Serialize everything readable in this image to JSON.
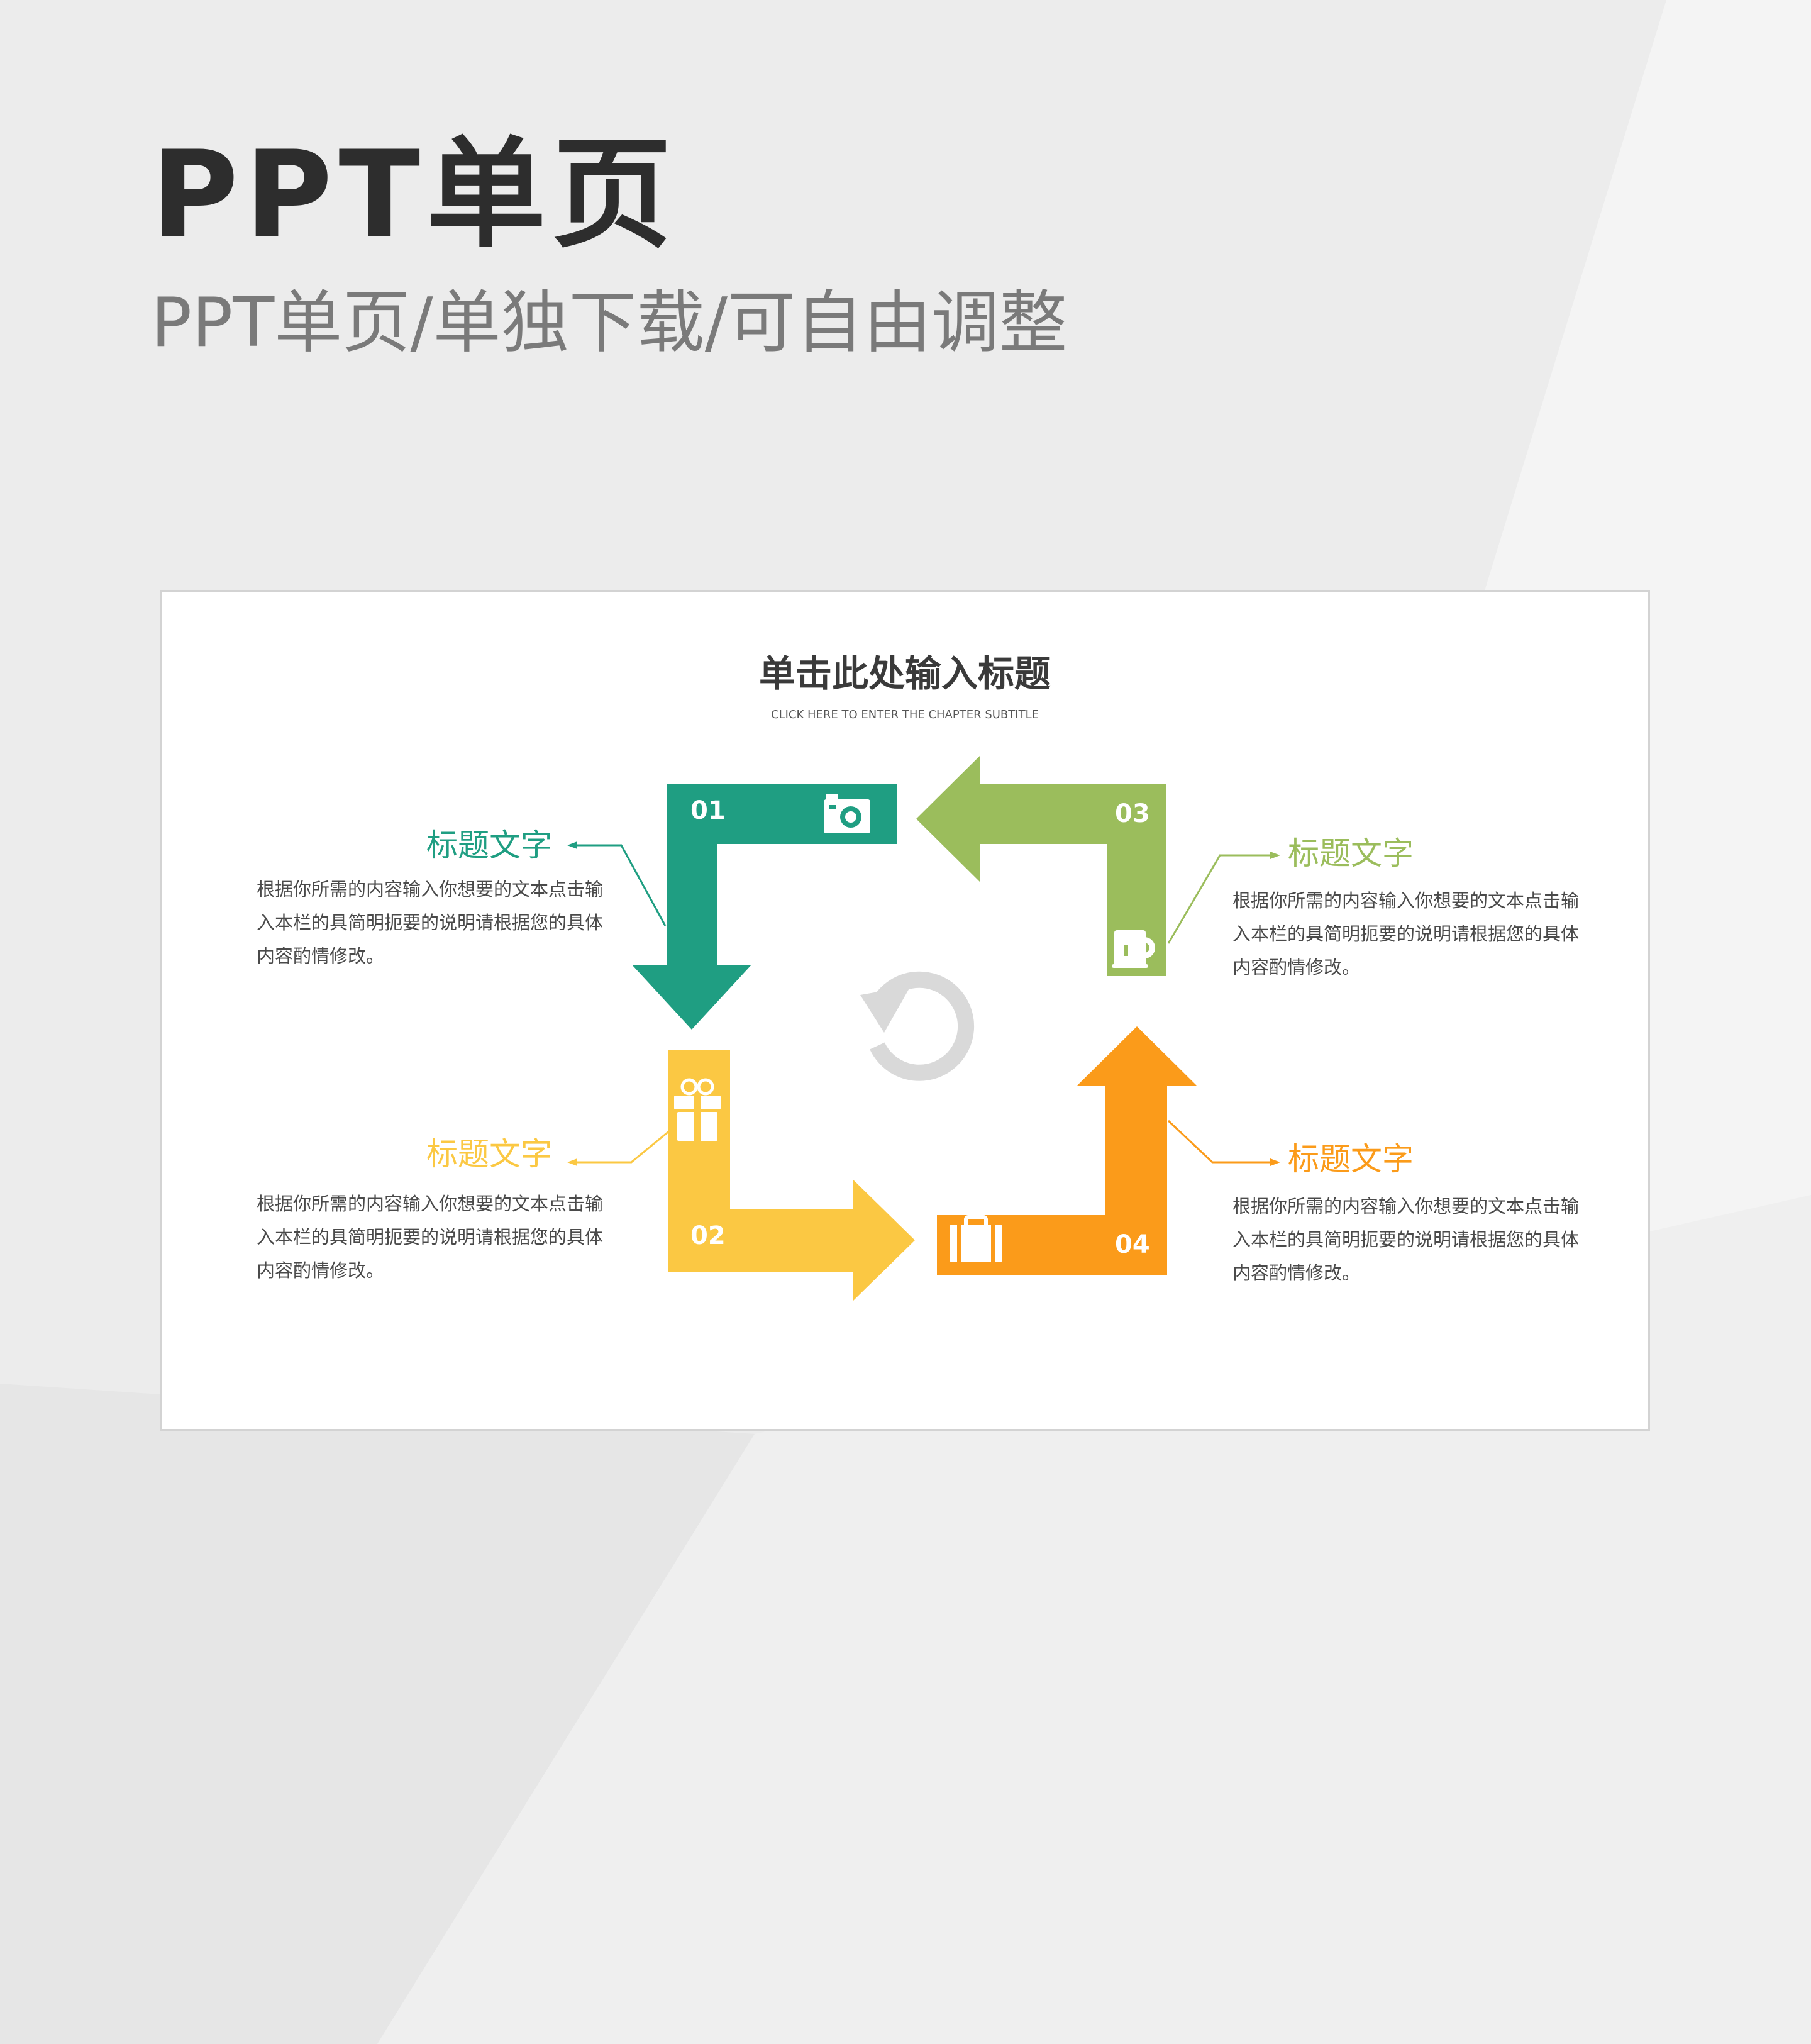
{
  "header": {
    "title": "PPT单页",
    "subtitle": "PPT单页/单独下载/可自由调整"
  },
  "slide": {
    "title": "单击此处输入标题",
    "subtitle": "CLICK HERE TO ENTER THE CHAPTER SUBTITLE"
  },
  "colors": {
    "step1": "#1f9e82",
    "step2": "#fbc843",
    "step3": "#9bbd5c",
    "step4": "#fb9b1a",
    "cycle_icon": "#d9d9d9"
  },
  "steps": [
    {
      "number": "01",
      "icon": "camera-icon",
      "title": "标题文字",
      "desc": "根据你所需的内容输入你想要的文本点击输入本栏的具简明扼要的说明请根据您的具体内容酌情修改。"
    },
    {
      "number": "02",
      "icon": "gift-icon",
      "title": "标题文字",
      "desc": "根据你所需的内容输入你想要的文本点击输入本栏的具简明扼要的说明请根据您的具体内容酌情修改。"
    },
    {
      "number": "03",
      "icon": "cup-icon",
      "title": "标题文字",
      "desc": "根据你所需的内容输入你想要的文本点击输入本栏的具简明扼要的说明请根据您的具体内容酌情修改。"
    },
    {
      "number": "04",
      "icon": "briefcase-icon",
      "title": "标题文字",
      "desc": "根据你所需的内容输入你想要的文本点击输入本栏的具简明扼要的说明请根据您的具体内容酌情修改。"
    }
  ],
  "center_icon": "refresh-cycle-icon"
}
